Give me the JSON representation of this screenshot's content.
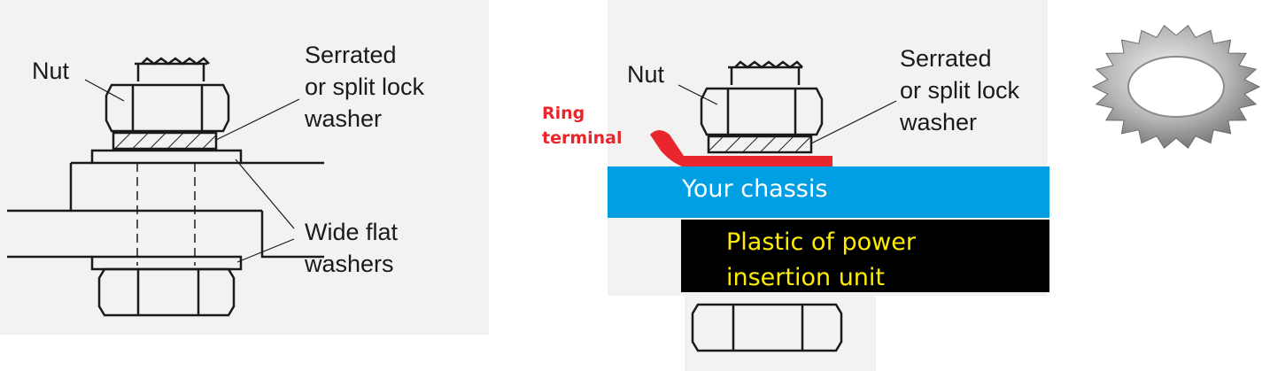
{
  "left_diagram": {
    "nut_label": "Nut",
    "lock_washer_label": [
      "Serrated",
      "or split lock",
      "washer"
    ],
    "flat_washers_label": [
      "Wide flat",
      "washers"
    ]
  },
  "middle_diagram": {
    "nut_label": "Nut",
    "lock_washer_label": [
      "Serrated",
      "or split lock",
      "washer"
    ],
    "ring_terminal_label": [
      "Ring",
      "terminal"
    ],
    "chassis_label": "Your chassis",
    "plastic_label": [
      "Plastic of power",
      "insertion unit"
    ]
  },
  "colors": {
    "panel_bg": "#f2f2f2",
    "line": "#1a1a1a",
    "ring_terminal": "#e8262b",
    "chassis": "#009fe3",
    "plastic": "#000000",
    "plastic_text": "#ffed00"
  },
  "icons": {
    "washer_photo": "star-lock-washer-icon"
  }
}
